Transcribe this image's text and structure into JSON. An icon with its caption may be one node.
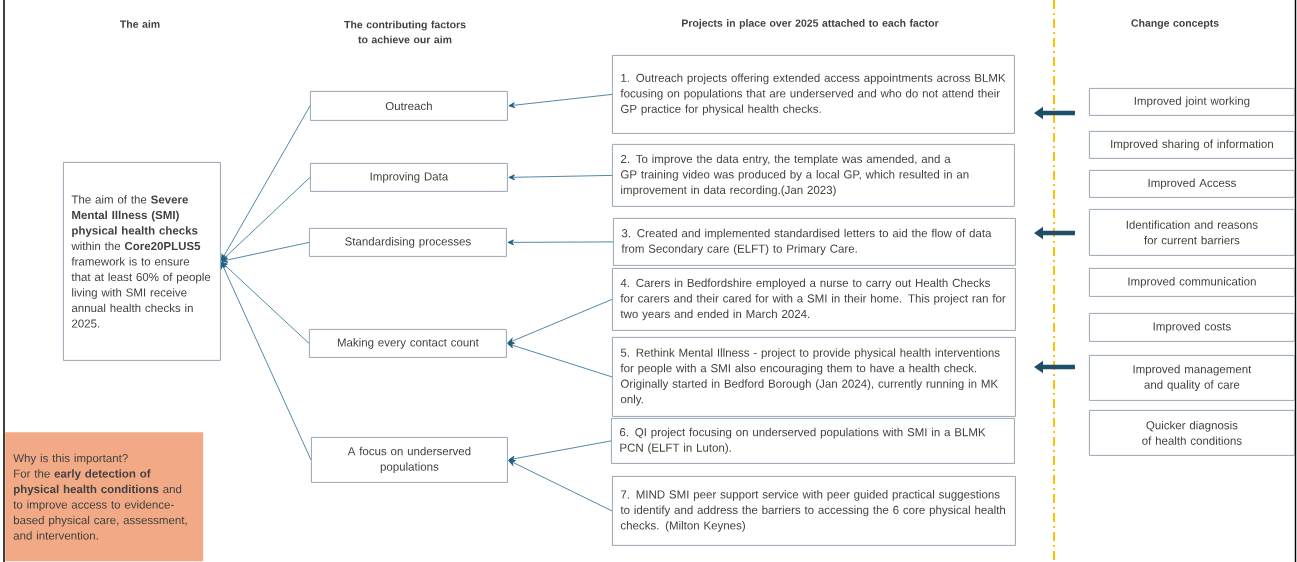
{
  "diagram": {
    "nodes": [
      {
        "text": [
          "The aim of the **Severe Mental Illness (SMI) physical health checks** within the **Core20PLUS5** framework is to ensure that at least 60% of people living with SMI receive annual health checks in 2025."
        ]
      },
      {
        "text": [
          "Outreach"
        ]
      },
      {
        "text": [
          "Improving Data"
        ]
      },
      {
        "text": [
          "Standardising processes"
        ]
      },
      {
        "text": [
          "Making every contact count"
        ]
      },
      {
        "text": [
          "A focus on underserved populations"
        ]
      },
      {
        "text": [
          "1. Outreach projects offering extended access appointments across BLMK focusing on populations that are underserved and who do not attend their GP practice for physical health checks."
        ]
      },
      {
        "text": [
          "2. To improve the data entry, the template was amended, and a GP training video was produced by a local GP, which resulted in an improvement in data recording.(Jan 2023)"
        ]
      },
      {
        "text": [
          "3. Created and implemented standardised letters to aid the flow of data from Secondary care (ELFT) to Primary Care."
        ]
      },
      {
        "text": [
          "4. Carers in Bedfordshire employed a nurse to carry out Health Checks for carers and their cared for with a SMI in their home. This project ran for two years and ended in March 2024."
        ]
      },
      {
        "text": [
          "5. Rethink Mental Illness - project to provide physical health interventions for people with a SMI also encouraging them to have a health check. Originally started in Bedford Borough (Jan 2024), currently running in MK only."
        ]
      },
      {
        "text": [
          "6. QI project focusing on underserved populations with SMI in a BLMK PCN (ELFT in Luton)."
        ]
      },
      {
        "text": [
          "7. MIND SMI peer support service with peer guided practical suggestions to identify and address the barriers to accessing the 6 core physical health checks. (Milton Keynes)"
        ]
      },
      {
        "text": [
          "Improved joint working"
        ]
      },
      {
        "text": [
          "Improved sharing of information"
        ]
      },
      {
        "text": [
          "Improved Access"
        ]
      },
      {
        "text": [
          "Identification and reasons for current barriers"
        ]
      },
      {
        "text": [
          "Improved communication"
        ]
      },
      {
        "text": [
          "Improved costs"
        ]
      },
      {
        "text": [
          "Improved management and quality of care"
        ]
      },
      {
        "text": [
          "Quicker diagnosis of health conditions"
        ]
      },
      {
        "text": [
          "Why is this important?",
          "For the **early detection of physical health conditions** and to improve access to evidence-based physical care, assessment, and intervention."
        ]
      }
    ],
    "edges": [
      {
        "from": 1,
        "to": 0,
        "arrow": "to"
      },
      {
        "from": 2,
        "to": 0,
        "arrow": "to"
      },
      {
        "from": 3,
        "to": 0,
        "arrow": "to"
      },
      {
        "from": 4,
        "to": 0,
        "arrow": "to"
      },
      {
        "from": 5,
        "to": 0,
        "arrow": "to"
      },
      {
        "from": 6,
        "to": 1,
        "arrow": "to"
      },
      {
        "from": 7,
        "to": 2,
        "arrow": "to"
      },
      {
        "from": 8,
        "to": 3,
        "arrow": "to"
      },
      {
        "from": 9,
        "to": 4,
        "arrow": "to"
      },
      {
        "from": 10,
        "to": 4,
        "arrow": "to"
      },
      {
        "from": 11,
        "to": 5,
        "arrow": "to"
      },
      {
        "from": 12,
        "to": 5,
        "arrow": "to"
      }
    ],
    "labels": [
      "The aim",
      "The contributing factors to achieve our aim",
      "Projects in place over 2025 attached to each factor",
      "Change concepts"
    ]
  }
}
